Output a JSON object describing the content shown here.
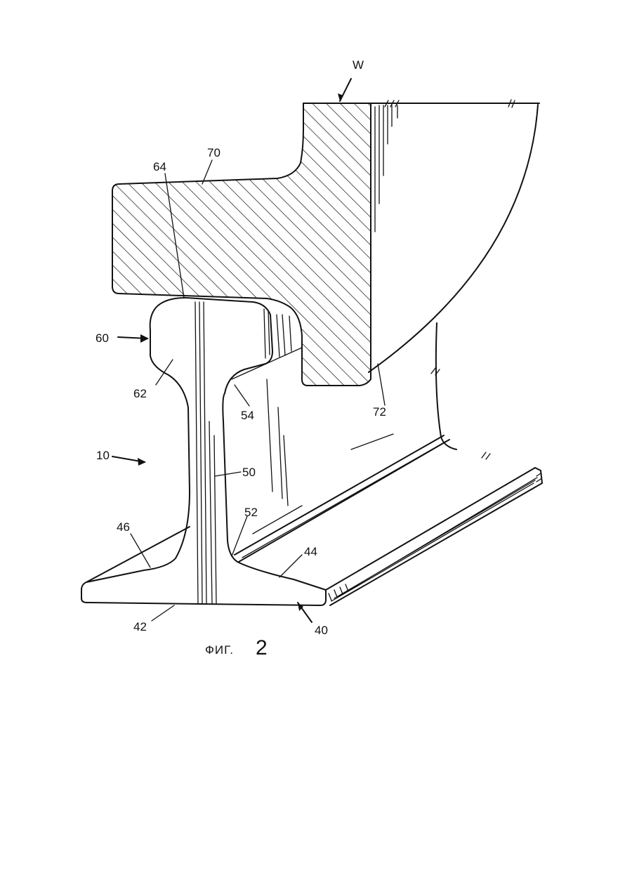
{
  "figure": {
    "caption_prefix": "ФИГ.",
    "caption_number": "2"
  },
  "labels": {
    "w": "W",
    "n70": "70",
    "n64": "64",
    "n60": "60",
    "n62": "62",
    "n54": "54",
    "n72": "72",
    "n10": "10",
    "n50": "50",
    "n52": "52",
    "n46": "46",
    "n44": "44",
    "n42": "42",
    "n40": "40"
  }
}
